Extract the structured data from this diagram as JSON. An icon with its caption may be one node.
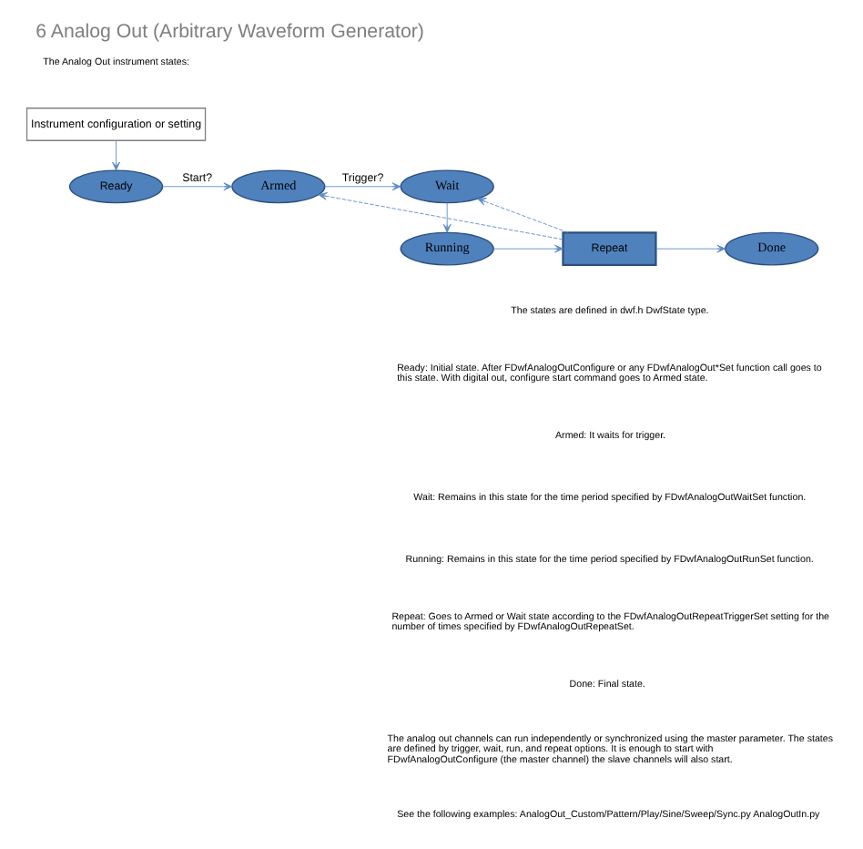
{
  "diagram": {
    "title": "6 Analog Out (Arbitrary Waveform Generator)",
    "nodes": [
      {
        "text": [
          "Instrument configuration or setting"
        ]
      },
      {
        "text": [
          "Ready"
        ]
      },
      {
        "text": [
          "Armed"
        ]
      },
      {
        "text": [
          "Wait"
        ]
      },
      {
        "text": [
          "Running"
        ]
      },
      {
        "text": [
          "Repeat"
        ]
      },
      {
        "text": [
          "Done"
        ]
      }
    ],
    "edges": [
      {
        "from": 0,
        "to": 1,
        "arrow": "to"
      },
      {
        "from": 1,
        "to": 2,
        "arrow": "to",
        "label": "Start?"
      },
      {
        "from": 2,
        "to": 3,
        "arrow": "to",
        "label": "Trigger?"
      },
      {
        "from": 3,
        "to": 4,
        "arrow": "to"
      },
      {
        "from": 4,
        "to": 5,
        "arrow": "to"
      },
      {
        "from": 5,
        "to": 6,
        "arrow": "to"
      },
      {
        "from": 5,
        "to": 2,
        "arrow": "to",
        "style": "dashed"
      },
      {
        "from": 5,
        "to": 3,
        "arrow": "to",
        "style": "dashed"
      }
    ],
    "labels": [
      "The Analog Out instrument states:",
      "The states are defined in dwf.h DwfState type.",
      "Ready: Initial state. After FDwfAnalogOutConfigure or any FDwfAnalogOut*Set function call goes to this state. With digital out, configure start command goes to Armed state.",
      "Armed: It waits for trigger.",
      "Wait: Remains in this state for the time period specified by FDwfAnalogOutWaitSet function.",
      "Running: Remains in this state for the time period specified by FDwfAnalogOutRunSet function.",
      "Repeat: Goes to Armed or Wait state according to the FDwfAnalogOutRepeatTriggerSet setting for the number of times specified by FDwfAnalogOutRepeatSet.",
      "Done: Final state.",
      "The analog out channels can run independently or synchronized using the master parameter. The states are defined by trigger, wait, run, and repeat options. It is enough to start with FDwfAnalogOutConfigure (the master channel) the slave channels will also start.",
      "See the following examples: AnalogOut_Custom/Pattern/Play/Sine/Sweep/Sync.py AnalogOutIn.py"
    ]
  }
}
